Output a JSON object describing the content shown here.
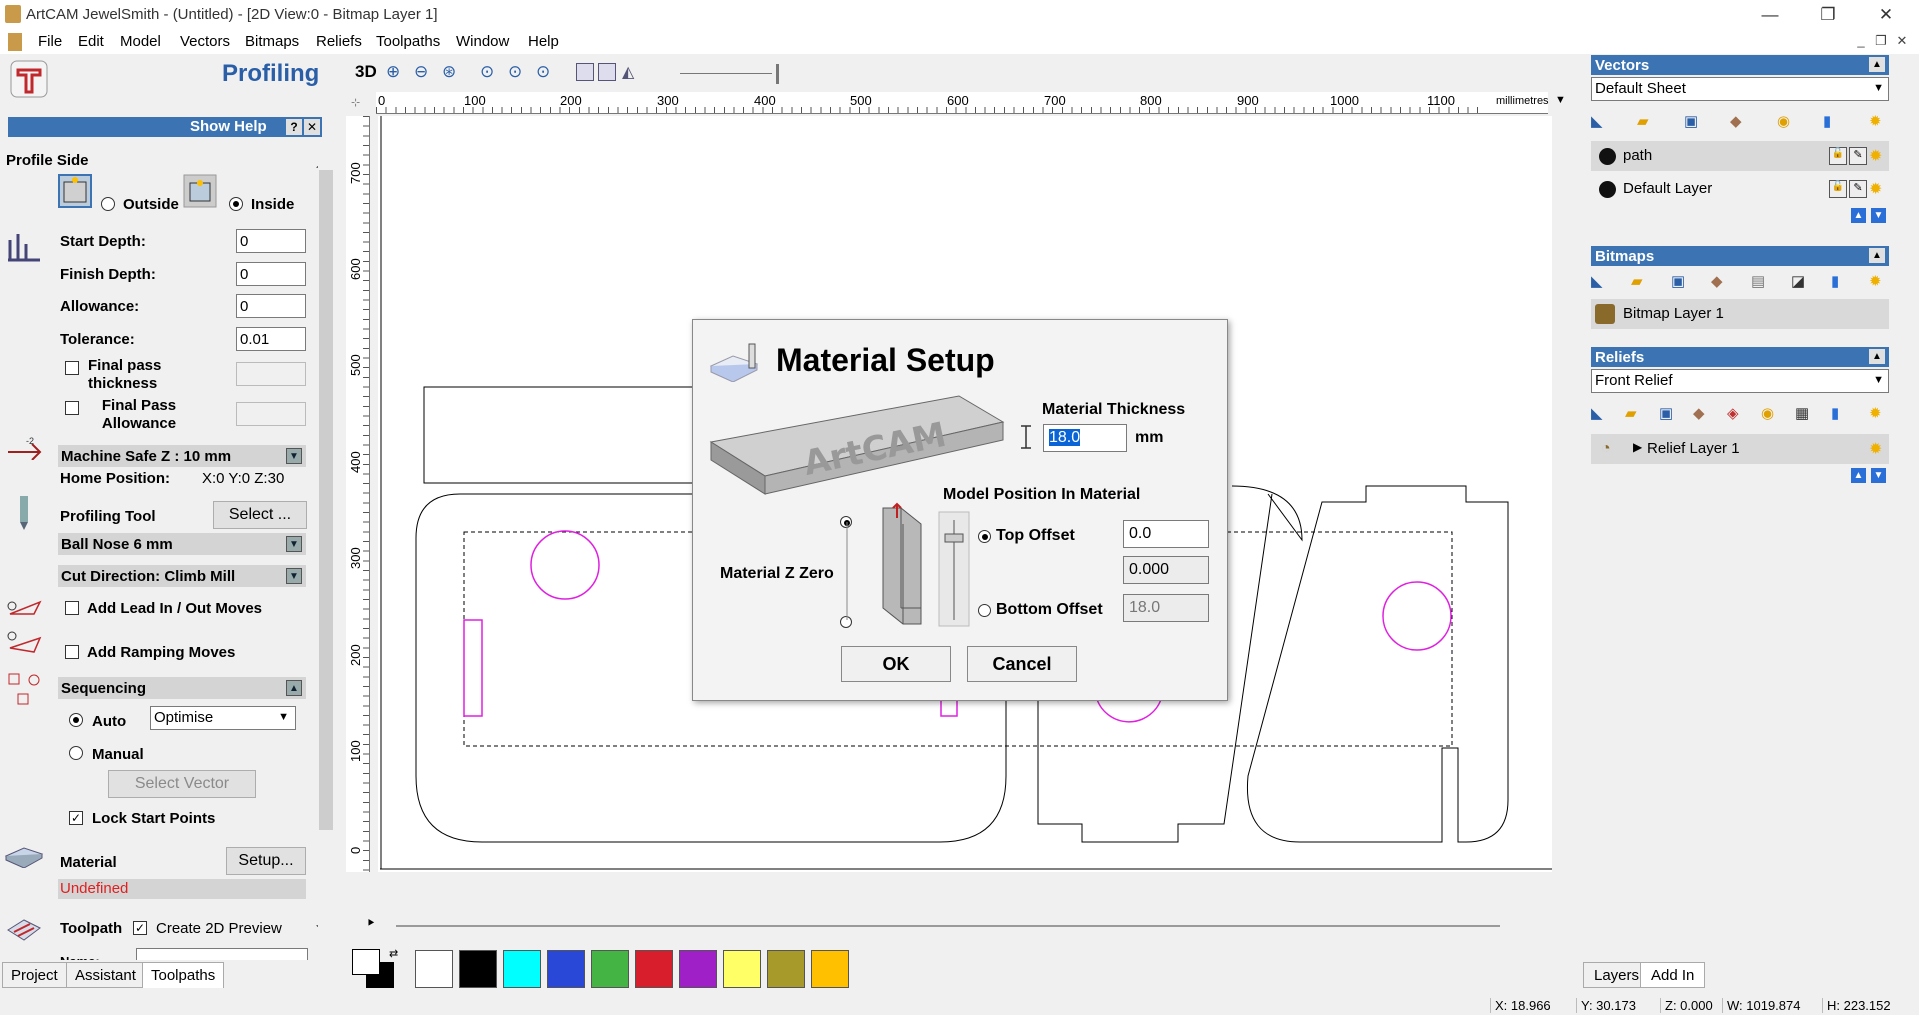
{
  "window": {
    "title": "ArtCAM JewelSmith - (Untitled) - [2D View:0 - Bitmap Layer 1]"
  },
  "menu": [
    "File",
    "Edit",
    "Model",
    "Vectors",
    "Bitmaps",
    "Reliefs",
    "Toolpaths",
    "Window",
    "Help"
  ],
  "profiling": {
    "title": "Profiling",
    "show_help": "Show Help",
    "help_btn": "?",
    "close_btn": "✕",
    "profile_side": "Profile Side",
    "outside": "Outside",
    "inside": "Inside",
    "start_depth_label": "Start Depth:",
    "start_depth": "0",
    "finish_depth_label": "Finish Depth:",
    "finish_depth": "0",
    "allowance_label": "Allowance:",
    "allowance": "0",
    "tolerance_label": "Tolerance:",
    "tolerance": "0.01",
    "final_pass_thickness": "Final pass thickness",
    "final_pass_allowance": "Final Pass Allowance",
    "safe_z": "Machine Safe Z : 10 mm",
    "home_label": "Home Position:",
    "home_value": "X:0 Y:0 Z:30",
    "tool_label": "Profiling Tool",
    "select_btn": "Select ...",
    "tool_value": "Ball Nose 6 mm",
    "cut_direction": "Cut Direction: Climb Mill",
    "lead_moves": "Add Lead In / Out Moves",
    "ramping": "Add Ramping Moves",
    "sequencing": "Sequencing",
    "auto": "Auto",
    "optimise": "Optimise",
    "manual": "Manual",
    "select_vector": "Select Vector",
    "lock_start": "Lock Start Points",
    "material": "Material",
    "setup_btn": "Setup...",
    "undefined": "Undefined",
    "toolpath": "Toolpath",
    "create_preview": "Create 2D Preview",
    "name_label": "Name:"
  },
  "left_tabs": [
    "Project",
    "Assistant",
    "Toolpaths"
  ],
  "view": {
    "label_3d": "3D",
    "units": "millimetres",
    "ruler_h": [
      "0",
      "100",
      "200",
      "300",
      "400",
      "500",
      "600",
      "700",
      "800",
      "900",
      "1000",
      "1100"
    ],
    "ruler_v": [
      "700",
      "600",
      "500",
      "400",
      "300",
      "200",
      "100",
      "0"
    ]
  },
  "swatch_colors": [
    "#ffffff",
    "#000000",
    "#00ffff",
    "#2a48d8",
    "#44b444",
    "#d81e2c",
    "#a020c8",
    "#ffff66",
    "#a89a2a",
    "#ffc000"
  ],
  "vectors": {
    "title": "Vectors",
    "sheet": "Default Sheet",
    "layers": [
      "path",
      "Default Layer"
    ]
  },
  "bitmaps": {
    "title": "Bitmaps",
    "layer": "Bitmap Layer 1"
  },
  "reliefs": {
    "title": "Reliefs",
    "select": "Front Relief",
    "layer": "Relief Layer 1"
  },
  "right_tabs": [
    "Layers",
    "Add In"
  ],
  "status": {
    "x": "X: 18.966",
    "y": "Y: 30.173",
    "z": "Z: 0.000",
    "w": "W: 1019.874",
    "h": "H: 223.152"
  },
  "dialog": {
    "title": "Material Setup",
    "thickness_label": "Material Thickness",
    "thickness": "18.0",
    "mm": "mm",
    "model_position": "Model Position In Material",
    "z_zero": "Material Z Zero",
    "top_offset_label": "Top Offset",
    "top_offset": "0.0",
    "mid_value": "0.000",
    "bottom_offset_label": "Bottom Offset",
    "bottom_offset": "18.0",
    "ok": "OK",
    "cancel": "Cancel",
    "logo_text": "ArtCAM"
  }
}
